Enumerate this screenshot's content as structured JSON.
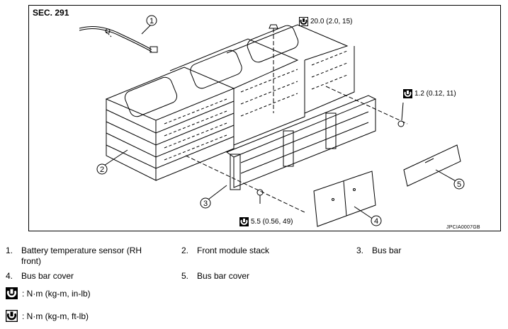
{
  "section": "SEC. 291",
  "figure_code": "JPCIA0007GB",
  "callouts": [
    "1",
    "2",
    "3",
    "4",
    "5"
  ],
  "torques": {
    "top": "20.0 (2.0, 15)",
    "right": "1.2 (0.12, 11)",
    "bottom": "5.5 (0.56, 49)"
  },
  "legend": [
    {
      "num": "1.",
      "text": "Battery temperature sensor (RH front)"
    },
    {
      "num": "2.",
      "text": "Front module stack"
    },
    {
      "num": "3.",
      "text": "Bus bar"
    },
    {
      "num": "4.",
      "text": "Bus bar cover"
    },
    {
      "num": "5.",
      "text": "Bus bar cover"
    }
  ],
  "units": [
    {
      "icon": "torque-wrench-inlb-icon",
      "text": ": N·m (kg-m, in-lb)"
    },
    {
      "icon": "torque-wrench-ftlb-icon",
      "text": ": N·m (kg-m, ft-lb)"
    }
  ]
}
